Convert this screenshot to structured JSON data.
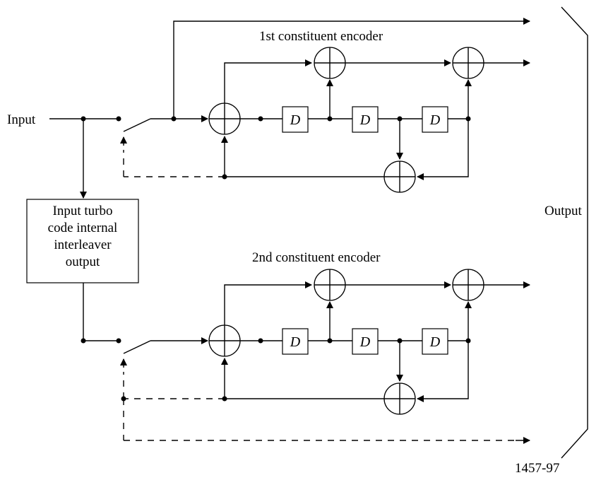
{
  "labels": {
    "input": "Input",
    "output": "Output",
    "interleaver_line1": "Input turbo",
    "interleaver_line2": "code internal",
    "interleaver_line3": "interleaver",
    "interleaver_line4": "output",
    "encoder1_title": "1st constituent encoder",
    "encoder2_title": "2nd constituent encoder",
    "delay_symbol": "D",
    "figure_id": "1457-97"
  }
}
